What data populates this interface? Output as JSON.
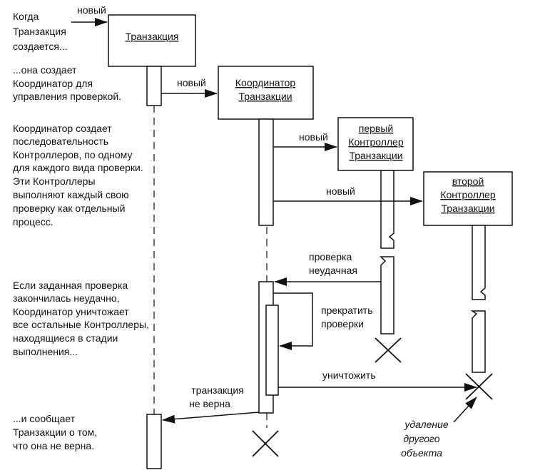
{
  "objects": {
    "transaction": [
      "Транзакция"
    ],
    "coordinator": [
      "Координатор",
      "Транзакции"
    ],
    "controller1": [
      "первый",
      "Контроллер",
      "Транзакции"
    ],
    "controller2": [
      "второй",
      "Контроллер",
      "Транзакции"
    ]
  },
  "messages": {
    "new_transaction": "новый",
    "new_coordinator": "новый",
    "new_controller1": "новый",
    "new_controller2": "новый",
    "check_failed": [
      "проверка",
      "неудачная"
    ],
    "stop_checks": [
      "прекратить",
      "проверки"
    ],
    "destroy": "уничтожить",
    "transaction_invalid": [
      "транзакция",
      "не верна"
    ]
  },
  "notes": {
    "n1": [
      "Когда",
      "Транзакция",
      "создается..."
    ],
    "n2": [
      "...она создает",
      "Координатор для",
      "управления проверкой."
    ],
    "n3": [
      "Координатор создает",
      "последовательность",
      "Контроллеров, по одному",
      "для каждого вида проверки.",
      "Эти Контроллеры",
      "выполняют каждый свою",
      "проверку как отдельный",
      "процесс."
    ],
    "n4": [
      "Если заданная проверка",
      "закончилась неудачно,",
      "Координатор уничтожает",
      "все остальные Контроллеры,",
      "находящиеся в стадии",
      "выполнения..."
    ],
    "n5": [
      "...и сообщает",
      "Транзакции о том,",
      "что она не верна."
    ],
    "deletion": [
      "удаление",
      "другого",
      "объекта"
    ]
  }
}
